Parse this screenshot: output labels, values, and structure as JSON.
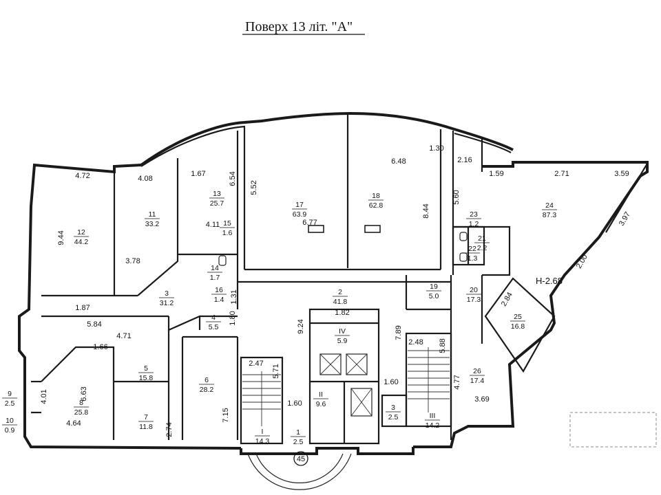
{
  "title": "Поверх 13 літ. \"A\"",
  "height_mark": "Н-2.68",
  "axis_mark": "45",
  "rooms": [
    {
      "num": "1",
      "area": "2.5"
    },
    {
      "num": "2",
      "area": "41.8"
    },
    {
      "num": "3",
      "area": "2.5"
    },
    {
      "num": "3",
      "area": "31.2"
    },
    {
      "num": "4",
      "area": "5.5"
    },
    {
      "num": "5",
      "area": "15.8"
    },
    {
      "num": "6",
      "area": "28.2"
    },
    {
      "num": "7",
      "area": "11.8"
    },
    {
      "num": "8",
      "area": "25.8"
    },
    {
      "num": "9",
      "area": "2.5"
    },
    {
      "num": "10",
      "area": "0.9"
    },
    {
      "num": "11",
      "area": "33.2"
    },
    {
      "num": "12",
      "area": "44.2"
    },
    {
      "num": "13",
      "area": "25.7"
    },
    {
      "num": "14",
      "area": "1.7"
    },
    {
      "num": "15",
      "area": "1.6"
    },
    {
      "num": "16",
      "area": "1.4"
    },
    {
      "num": "17",
      "area": "63.9"
    },
    {
      "num": "18",
      "area": "62.8"
    },
    {
      "num": "19",
      "area": "5.0"
    },
    {
      "num": "20",
      "area": "17.3"
    },
    {
      "num": "21",
      "area": "2.2"
    },
    {
      "num": "22",
      "area": "1.3"
    },
    {
      "num": "23",
      "area": "1.2"
    },
    {
      "num": "24",
      "area": "87.3"
    },
    {
      "num": "25",
      "area": "16.8"
    },
    {
      "num": "26",
      "area": "17.4"
    },
    {
      "num": "I",
      "area": "14.3"
    },
    {
      "num": "II",
      "area": "9.6"
    },
    {
      "num": "III",
      "area": "14.2"
    },
    {
      "num": "IV",
      "area": "5.9"
    }
  ],
  "dimensions": [
    "4.72",
    "4.08",
    "1.67",
    "6.54",
    "5.52",
    "6.48",
    "1.30",
    "2.16",
    "1.59",
    "2.71",
    "3.59",
    "3.97",
    "9.44",
    "3.78",
    "4.11",
    "6.77",
    "8.44",
    "5.60",
    "2.00",
    "1.87",
    "5.84",
    "4.71",
    "1.66",
    "1.31",
    "1.80",
    "9.24",
    "1.82",
    "7.89",
    "2.84",
    "2.48",
    "5.88",
    "2.47",
    "5.71",
    "1.60",
    "1.60",
    "4.77",
    "3.69",
    "6.63",
    "4.01",
    "4.64",
    "7.15",
    "2.74"
  ]
}
